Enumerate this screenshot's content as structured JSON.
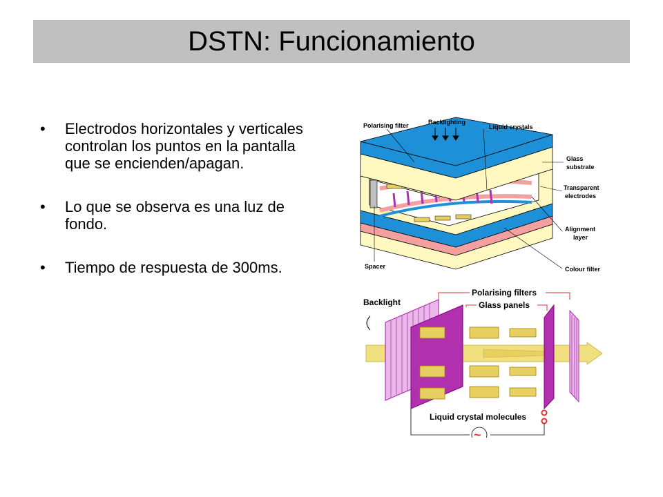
{
  "slide": {
    "title": "DSTN: Funcionamiento",
    "bullets": [
      "Electrodos horizontales y verticales controlan los puntos en la pantalla que se encienden/apagan.",
      "Lo que se observa es una luz de fondo.",
      "Tiempo de respuesta de 300ms."
    ]
  },
  "figure1": {
    "labels": {
      "polarising_filter": "Polarising filter",
      "backlighting": "Backlighting",
      "liquid_crystals": "Liquid crystals",
      "glass_substrate_1": "Glass",
      "glass_substrate_2": "substrate",
      "transparent_electrodes_1": "Transparent",
      "transparent_electrodes_2": "electrodes",
      "alignment_layer_1": "Alignment",
      "alignment_layer_2": "layer",
      "spacer": "Spacer",
      "colour_filter": "Colour filter"
    }
  },
  "figure2": {
    "labels": {
      "backlight": "Backlight",
      "polarising_filters": "Polarising filters",
      "glass_panels": "Glass panels",
      "liquid_crystal_molecules": "Liquid crystal molecules",
      "ac_symbol": "~"
    }
  },
  "colors": {
    "title_bar": "#c0c0c0",
    "blue_layer": "#1e90d8",
    "cream_layer": "#fff8c0",
    "pink_layer": "#f4a0a0",
    "gold": "#e8d060",
    "purple": "#b030b0",
    "red_filter": "#ff0000",
    "green_filter": "#00a000"
  }
}
